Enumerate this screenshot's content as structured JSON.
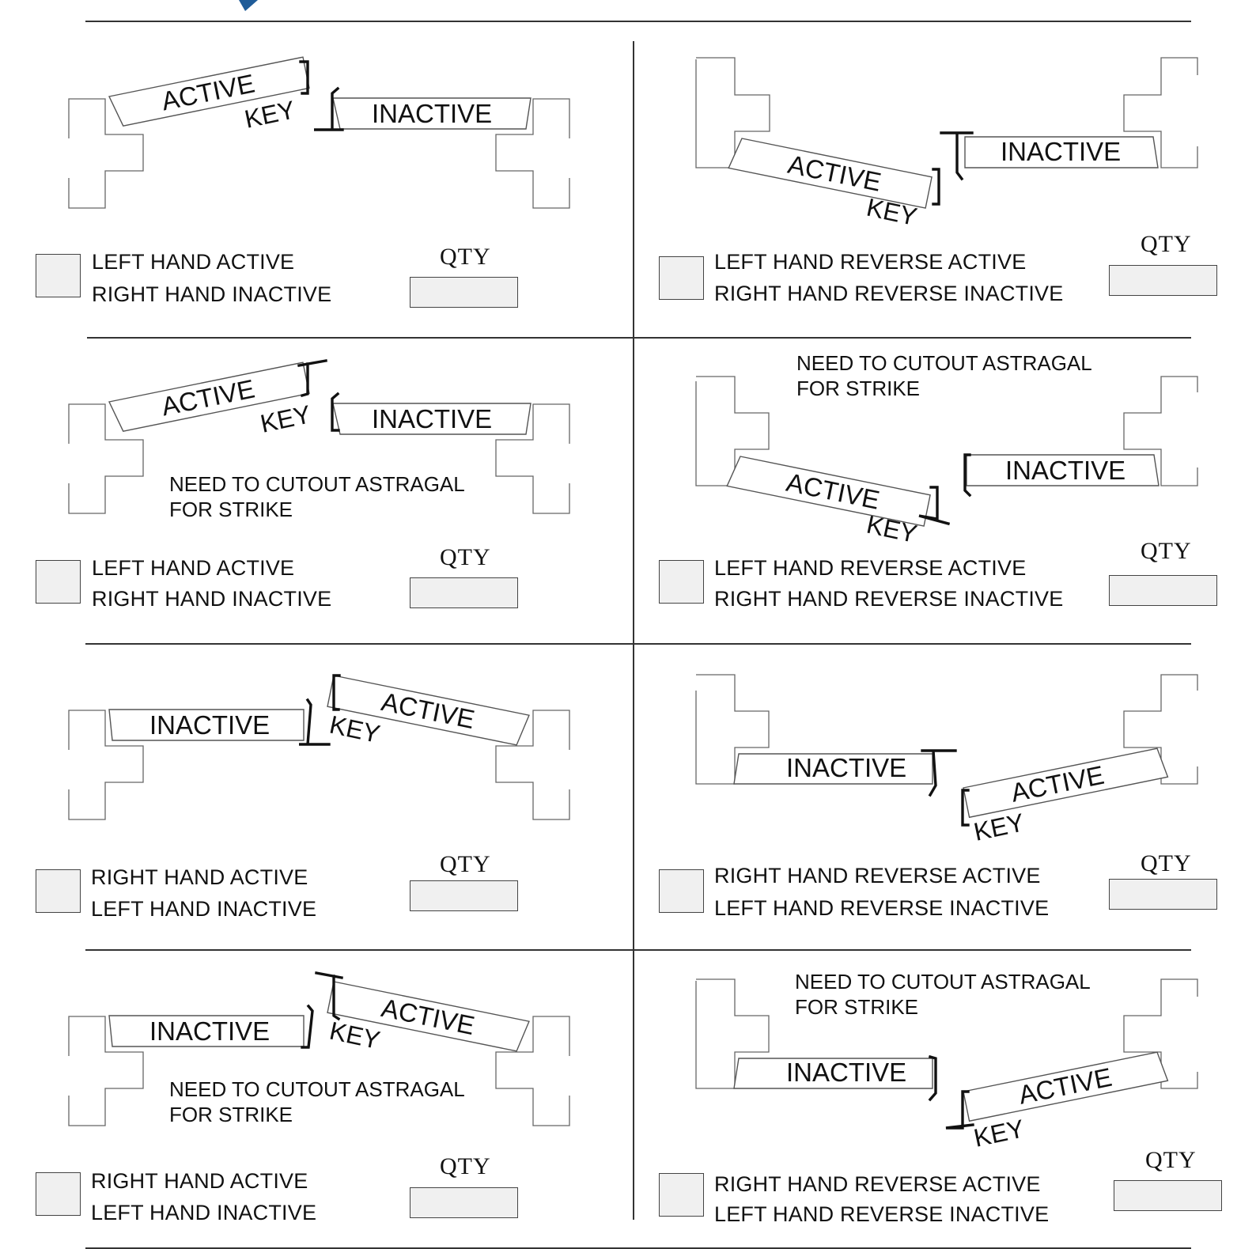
{
  "logo_icon": "logo-fragment-icon",
  "colors": {
    "brand": "#1f5c99",
    "field_fill": "#f0f0f0"
  },
  "cells": [
    {
      "line1": "LEFT HAND ACTIVE",
      "line2": "RIGHT HAND INACTIVE",
      "qty_label": "QTY",
      "qty_value": "",
      "door_labels": {
        "active": "ACTIVE",
        "inactive": "INACTIVE",
        "key": "KEY"
      },
      "note": ""
    },
    {
      "line1": "LEFT HAND REVERSE ACTIVE",
      "line2": "RIGHT HAND REVERSE INACTIVE",
      "qty_label": "QTY",
      "qty_value": "",
      "door_labels": {
        "active": "ACTIVE",
        "inactive": "INACTIVE",
        "key": "KEY"
      },
      "note": ""
    },
    {
      "line1": "LEFT HAND ACTIVE",
      "line2": "RIGHT HAND INACTIVE",
      "qty_label": "QTY",
      "qty_value": "",
      "door_labels": {
        "active": "ACTIVE",
        "inactive": "INACTIVE",
        "key": "KEY"
      },
      "note": "NEED TO CUTOUT ASTRAGAL",
      "note2": "FOR STRIKE"
    },
    {
      "line1": "LEFT HAND REVERSE ACTIVE",
      "line2": "RIGHT HAND REVERSE INACTIVE",
      "qty_label": "QTY",
      "qty_value": "",
      "door_labels": {
        "active": "ACTIVE",
        "inactive": "INACTIVE",
        "key": "KEY"
      },
      "note": "NEED TO CUTOUT ASTRAGAL",
      "note2": "FOR STRIKE"
    },
    {
      "line1": "RIGHT HAND ACTIVE",
      "line2": "LEFT HAND INACTIVE",
      "qty_label": "QTY",
      "qty_value": "",
      "door_labels": {
        "active": "ACTIVE",
        "inactive": "INACTIVE",
        "key": "KEY"
      },
      "note": ""
    },
    {
      "line1": "RIGHT HAND REVERSE ACTIVE",
      "line2": "LEFT HAND REVERSE INACTIVE",
      "qty_label": "QTY",
      "qty_value": "",
      "door_labels": {
        "active": "ACTIVE",
        "inactive": "INACTIVE",
        "key": "KEY"
      },
      "note": ""
    },
    {
      "line1": "RIGHT HAND ACTIVE",
      "line2": "LEFT HAND INACTIVE",
      "qty_label": "QTY",
      "qty_value": "",
      "door_labels": {
        "active": "ACTIVE",
        "inactive": "INACTIVE",
        "key": "KEY"
      },
      "note": "NEED TO CUTOUT ASTRAGAL",
      "note2": "FOR STRIKE"
    },
    {
      "line1": "RIGHT HAND REVERSE ACTIVE",
      "line2": "LEFT HAND REVERSE INACTIVE",
      "qty_label": "QTY",
      "qty_value": "",
      "door_labels": {
        "active": "ACTIVE",
        "inactive": "INACTIVE",
        "key": "KEY"
      },
      "note": "NEED TO CUTOUT ASTRAGAL",
      "note2": "FOR STRIKE"
    }
  ]
}
